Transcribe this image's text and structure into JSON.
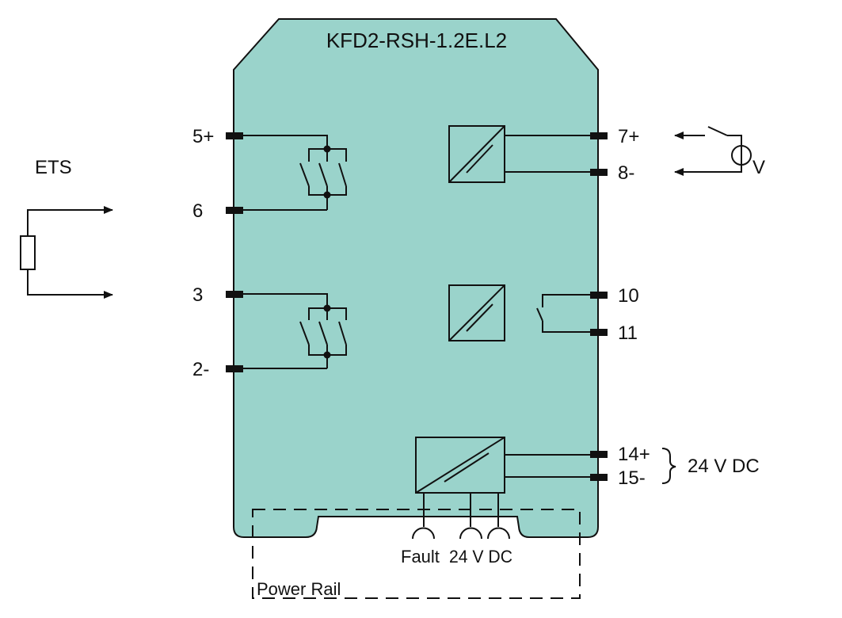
{
  "device": {
    "title": "KFD2-RSH-1.2E.L2",
    "body_color": "#9AD3CB"
  },
  "left": {
    "ets_label": "ETS",
    "terminals": {
      "t5": "5+",
      "t6": "6",
      "t3": "3",
      "t2": "2-"
    }
  },
  "right": {
    "terminals": {
      "t7": "7+",
      "t8": "8-",
      "t10": "10",
      "t11": "11",
      "t14": "14+",
      "t15": "15-"
    },
    "voltage_label": "V",
    "supply_label": "24 V DC"
  },
  "bottom": {
    "fault_label": "Fault",
    "rail_supply_label": "24 V DC",
    "power_rail_label": "Power Rail"
  }
}
